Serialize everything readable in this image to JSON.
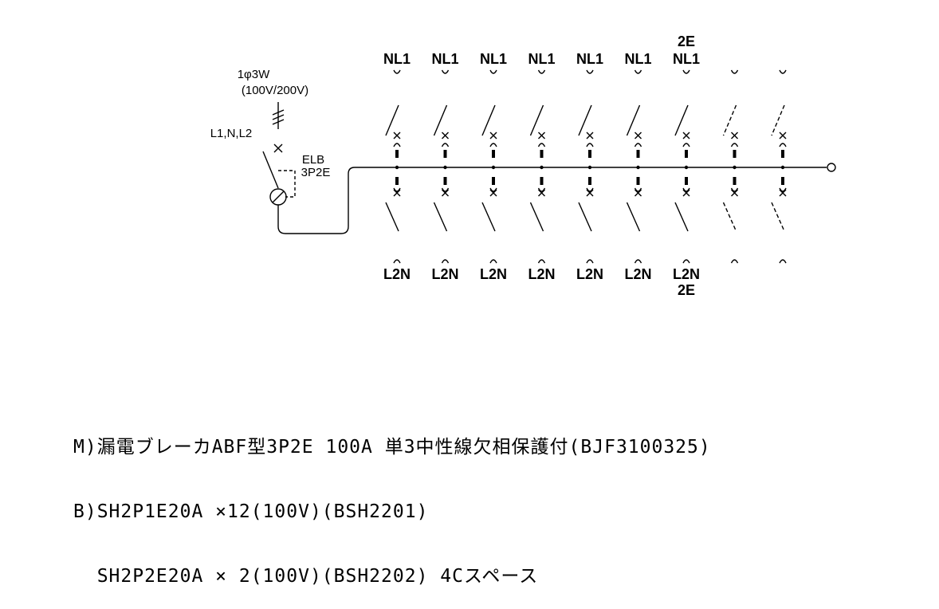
{
  "supply": {
    "phase": "1φ3W",
    "voltage": "(100V/200V)",
    "lines": "L1,N,L2"
  },
  "main_breaker": {
    "name": "ELB",
    "type": "3P2E"
  },
  "branches": [
    {
      "top": "NL1",
      "top_extra": "",
      "bottom": "L2N",
      "bottom_extra": "",
      "spare": false
    },
    {
      "top": "NL1",
      "top_extra": "",
      "bottom": "L2N",
      "bottom_extra": "",
      "spare": false
    },
    {
      "top": "NL1",
      "top_extra": "",
      "bottom": "L2N",
      "bottom_extra": "",
      "spare": false
    },
    {
      "top": "NL1",
      "top_extra": "",
      "bottom": "L2N",
      "bottom_extra": "",
      "spare": false
    },
    {
      "top": "NL1",
      "top_extra": "",
      "bottom": "L2N",
      "bottom_extra": "",
      "spare": false
    },
    {
      "top": "NL1",
      "top_extra": "",
      "bottom": "L2N",
      "bottom_extra": "",
      "spare": false
    },
    {
      "top": "NL1",
      "top_extra": "2E",
      "bottom": "L2N",
      "bottom_extra": "2E",
      "spare": false
    },
    {
      "top": "",
      "top_extra": "",
      "bottom": "",
      "bottom_extra": "",
      "spare": true
    },
    {
      "top": "",
      "top_extra": "",
      "bottom": "",
      "bottom_extra": "",
      "spare": true
    }
  ],
  "notes": {
    "line1": "M)漏電ブレーカABF型3P2E 100A 単3中性線欠相保護付(BJF3100325)",
    "line2": "B)SH2P1E20A ×12(100V)(BSH2201)",
    "line3": "  SH2P2E20A × 2(100V)(BSH2202) 4Cスペース"
  }
}
